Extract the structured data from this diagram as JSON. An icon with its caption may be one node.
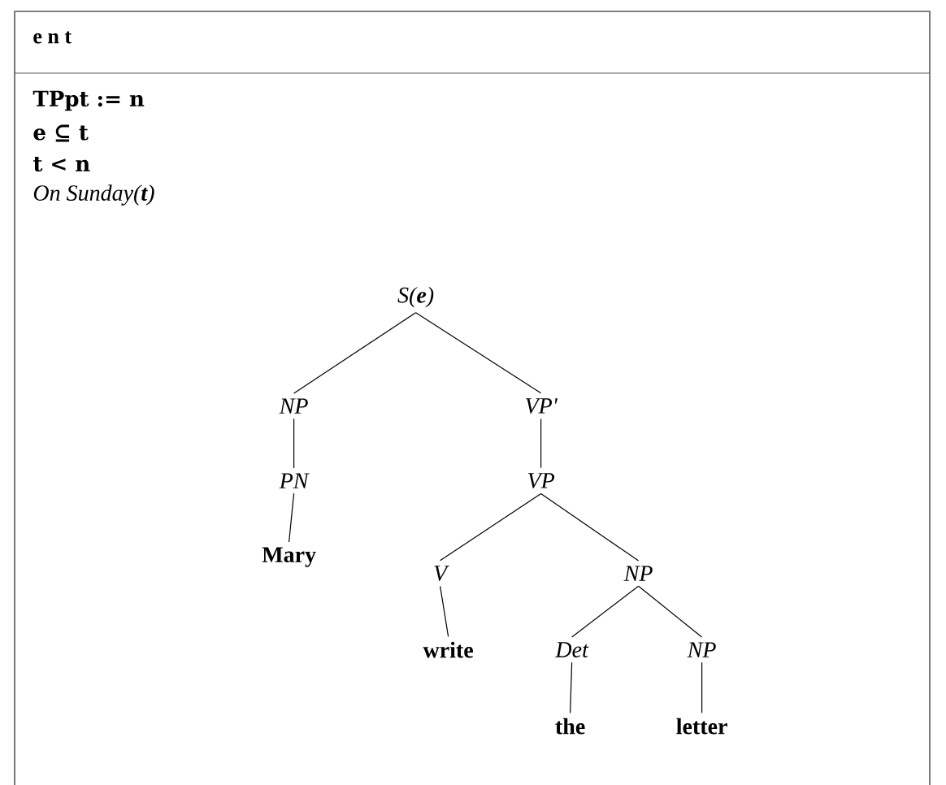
{
  "diagram": {
    "nodes": [
      {
        "text": [
          "e n t",
          "TPpt := n",
          "e ⊆ t",
          "t < n",
          "On Sunday(**t**)"
        ]
      },
      {
        "text": [
          "S(**e**)"
        ],
        "in": 0
      },
      {
        "text": [
          "NP"
        ],
        "in": 0
      },
      {
        "text": [
          "VP'"
        ],
        "in": 0
      },
      {
        "text": [
          "PN"
        ],
        "in": 0
      },
      {
        "text": [
          "VP"
        ],
        "in": 0
      },
      {
        "text": [
          "Mary"
        ],
        "in": 0
      },
      {
        "text": [
          "V"
        ],
        "in": 0
      },
      {
        "text": [
          "NP"
        ],
        "in": 0
      },
      {
        "text": [
          "write"
        ],
        "in": 0
      },
      {
        "text": [
          "Det"
        ],
        "in": 0
      },
      {
        "text": [
          "NP"
        ],
        "in": 0
      },
      {
        "text": [
          "the"
        ],
        "in": 0
      },
      {
        "text": [
          "letter"
        ],
        "in": 0
      }
    ],
    "edges": [
      {
        "from": 1,
        "to": 2,
        "arrow": "none"
      },
      {
        "from": 1,
        "to": 3,
        "arrow": "none"
      },
      {
        "from": 2,
        "to": 4,
        "arrow": "none"
      },
      {
        "from": 3,
        "to": 5,
        "arrow": "none"
      },
      {
        "from": 4,
        "to": 6,
        "arrow": "none"
      },
      {
        "from": 5,
        "to": 7,
        "arrow": "none"
      },
      {
        "from": 5,
        "to": 8,
        "arrow": "none"
      },
      {
        "from": 7,
        "to": 9,
        "arrow": "none"
      },
      {
        "from": 8,
        "to": 10,
        "arrow": "none"
      },
      {
        "from": 8,
        "to": 11,
        "arrow": "none"
      },
      {
        "from": 10,
        "to": 12,
        "arrow": "none"
      },
      {
        "from": 11,
        "to": 13,
        "arrow": "none"
      }
    ]
  }
}
